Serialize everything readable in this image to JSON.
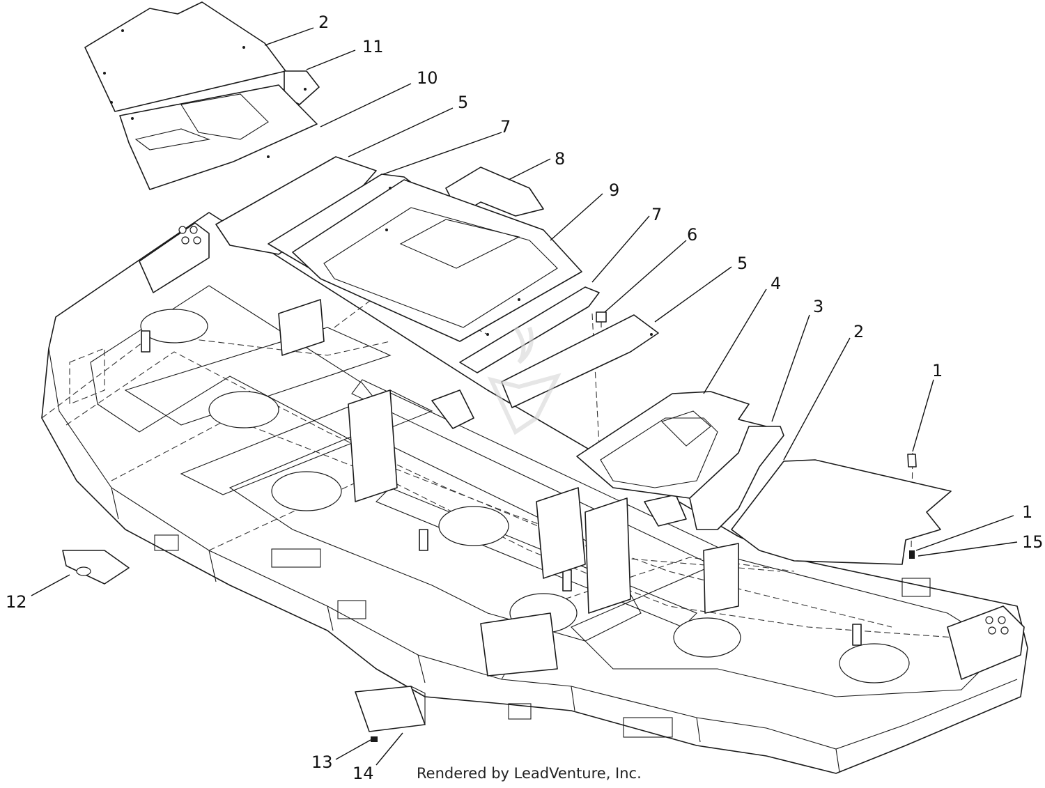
{
  "callouts": [
    {
      "id": "c-2-top",
      "label": "2"
    },
    {
      "id": "c-11",
      "label": "11"
    },
    {
      "id": "c-10",
      "label": "10"
    },
    {
      "id": "c-5-top",
      "label": "5"
    },
    {
      "id": "c-7-top",
      "label": "7"
    },
    {
      "id": "c-8",
      "label": "8"
    },
    {
      "id": "c-9",
      "label": "9"
    },
    {
      "id": "c-7-mid",
      "label": "7"
    },
    {
      "id": "c-6",
      "label": "6"
    },
    {
      "id": "c-5-mid",
      "label": "5"
    },
    {
      "id": "c-4",
      "label": "4"
    },
    {
      "id": "c-3",
      "label": "3"
    },
    {
      "id": "c-2-right",
      "label": "2"
    },
    {
      "id": "c-1-top",
      "label": "1"
    },
    {
      "id": "c-1-bottom",
      "label": "1"
    },
    {
      "id": "c-15",
      "label": "15"
    },
    {
      "id": "c-12",
      "label": "12"
    },
    {
      "id": "c-13",
      "label": "13"
    },
    {
      "id": "c-14",
      "label": "14"
    }
  ],
  "credit": "Rendered by LeadVenture, Inc.",
  "colors": {
    "line": "#1a1a1a",
    "background": "#ffffff",
    "watermark": "#d6d6d6"
  }
}
